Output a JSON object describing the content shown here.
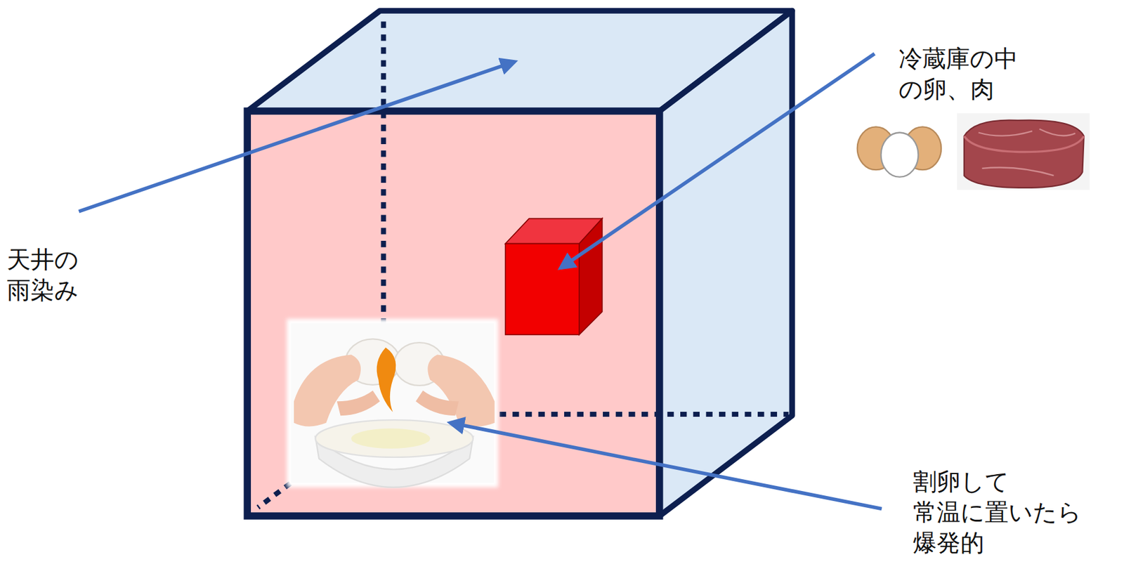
{
  "diagram": {
    "labels": [
      "天井の 雨染み",
      "冷蔵庫の中 の卵、肉",
      "割卵して 常温に置いたら 爆発的"
    ]
  }
}
